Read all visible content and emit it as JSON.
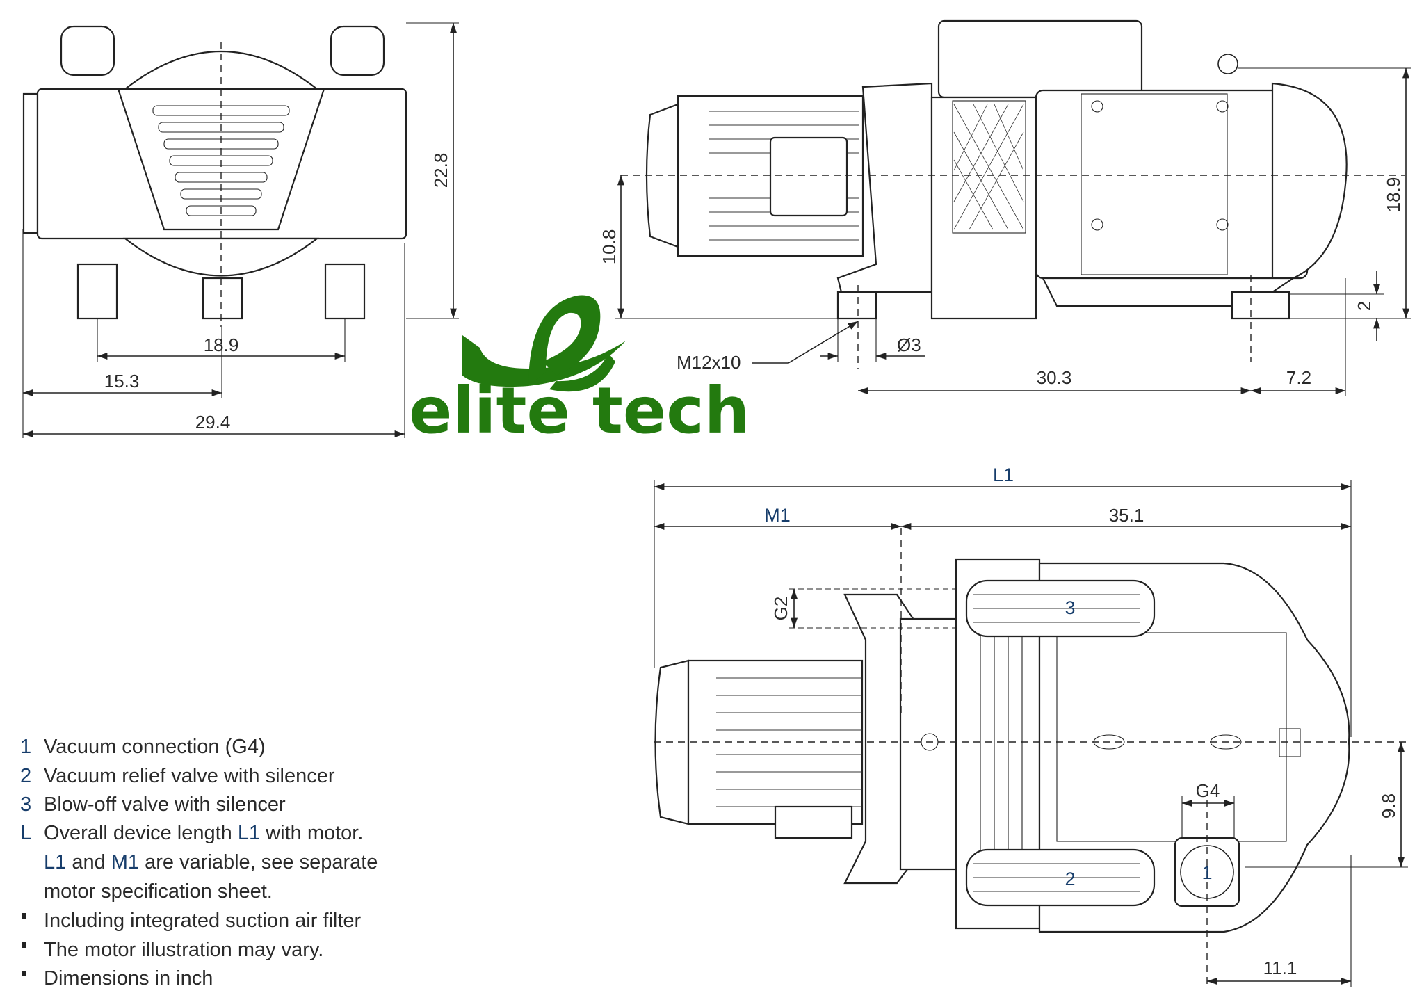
{
  "front_view": {
    "height_dim": "22.8",
    "foot_spacing_dim": "18.9",
    "half_width_dim": "15.3",
    "width_dim": "29.4"
  },
  "side_view": {
    "axis_height_dim": "10.8",
    "total_height_dim": "18.9",
    "foot_height_dim": "2",
    "thread_label": "M12x10",
    "hole_dim": "Ø3",
    "foot_distance_dim": "30.3",
    "rear_offset_dim": "7.2"
  },
  "top_view": {
    "overall_length_dim": "L1",
    "motor_length_dim": "M1",
    "pump_length_dim": "35.1",
    "g2_label": "G2",
    "g4_label": "G4",
    "connection_offset_dim": "9.8",
    "connection_rear_dim": "11.1",
    "callouts": [
      "1",
      "2",
      "3"
    ]
  },
  "logo": {
    "text": "elite tech",
    "color": "#237a0f"
  },
  "legend": {
    "items": [
      {
        "key": "1",
        "parts": [
          "Vacuum connection (G4)"
        ]
      },
      {
        "key": "2",
        "parts": [
          "Vacuum relief valve with silencer"
        ]
      },
      {
        "key": "3",
        "parts": [
          "Blow-off valve with silencer"
        ]
      },
      {
        "key": "L",
        "parts": [
          "Overall device length ",
          "L1",
          " with motor."
        ]
      },
      {
        "key": "",
        "parts": [
          "L1",
          " and ",
          "M1",
          " are variable, see separate"
        ]
      },
      {
        "key": "",
        "parts": [
          "motor specification sheet."
        ]
      }
    ],
    "bullets": [
      "Including integrated suction air filter",
      "The motor illustration may vary.",
      "Dimensions in inch"
    ]
  },
  "colors": {
    "accent_blue": "#173d6b",
    "line": "#222222",
    "logo_green": "#237a0f"
  }
}
